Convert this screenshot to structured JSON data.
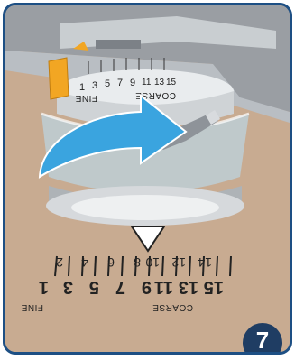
{
  "dial_numbers_small": [
    "1",
    "3",
    "5",
    "7",
    "9",
    "11",
    "13",
    "15"
  ],
  "dial_labels_small": {
    "fine": "FINE",
    "coarse": "COARSE"
  },
  "scale": {
    "even": [
      "2",
      "4",
      "6",
      "8",
      "10",
      "12",
      "14"
    ],
    "odd": [
      "1",
      "3",
      "5",
      "7",
      "9",
      "11",
      "13",
      "15"
    ],
    "fine_label": "FINE",
    "coarse_label": "COARSE"
  },
  "step_number": "7",
  "colors": {
    "frame": "#1d4f84",
    "arrow": "#3aa4df",
    "badge": "#1f3d63",
    "tab": "#f2a623"
  },
  "icons": [
    "rotate-arrow-icon",
    "pointer-triangle-icon"
  ]
}
